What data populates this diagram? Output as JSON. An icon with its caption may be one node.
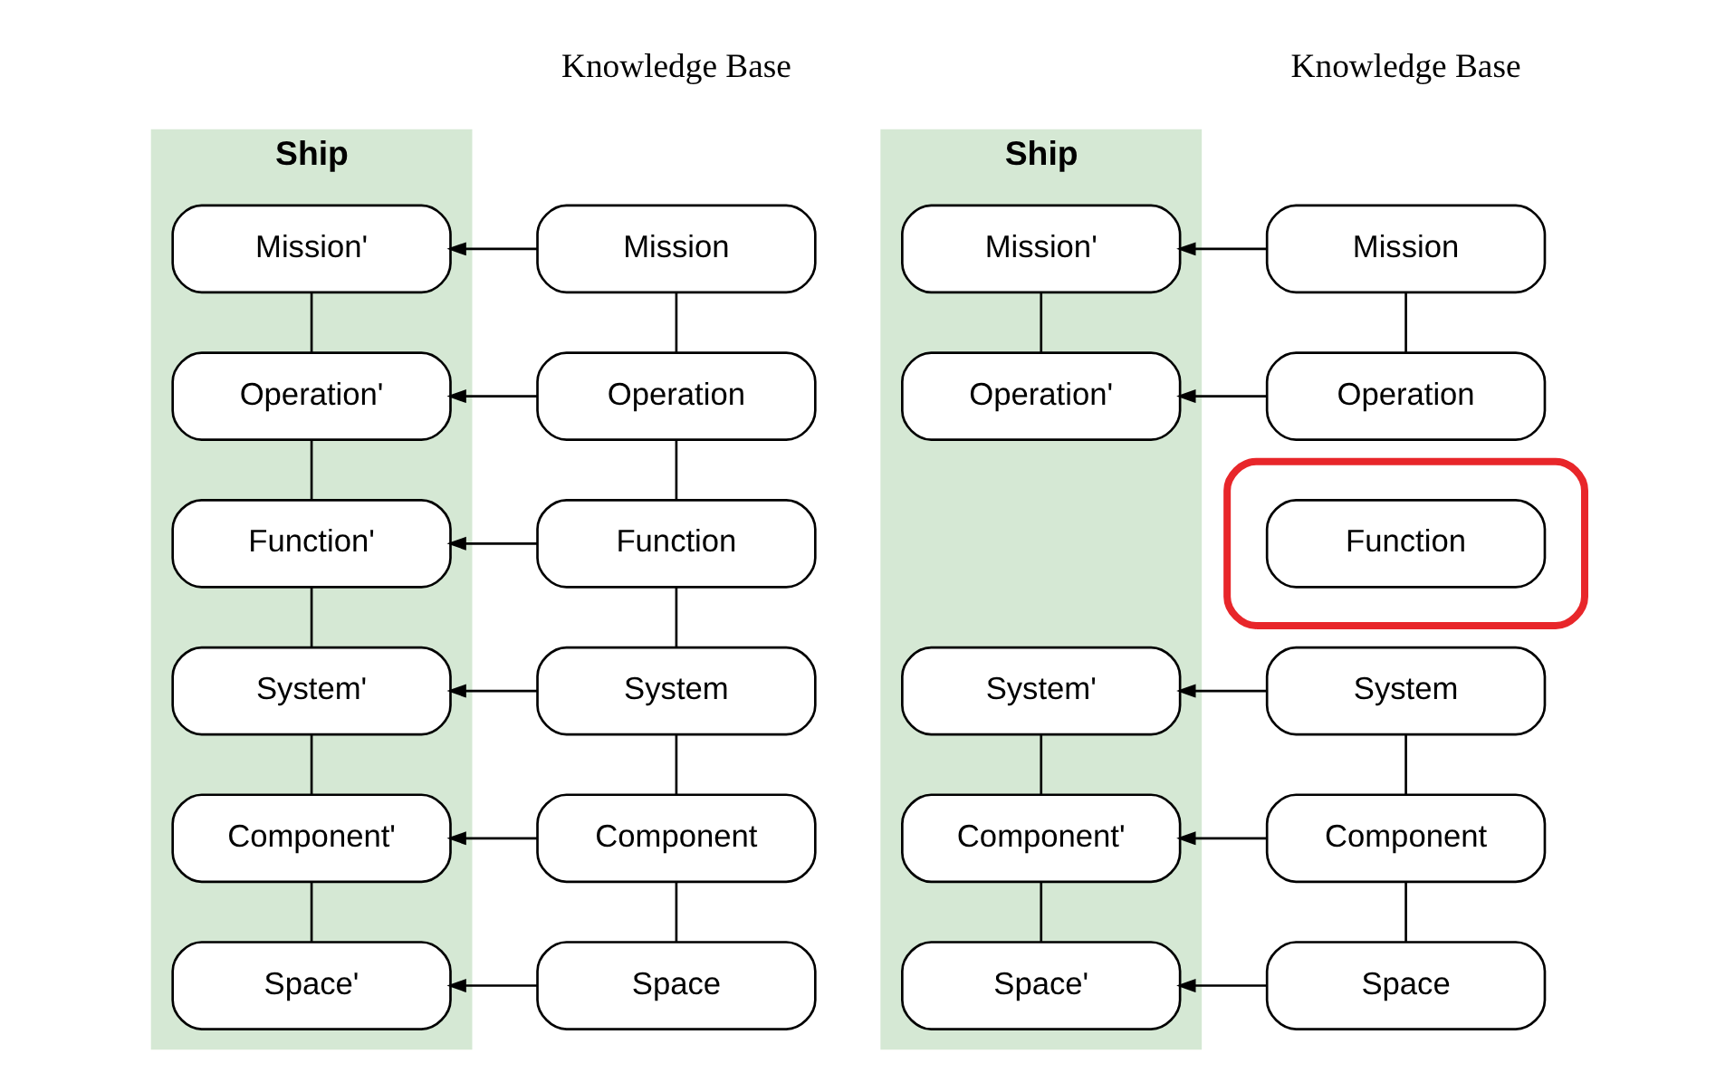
{
  "diagram": {
    "nodes": [
      {
        "text": [
          "Ship"
        ]
      },
      {
        "text": [
          "Mission'"
        ],
        "in": 0
      },
      {
        "text": [
          "Operation'"
        ],
        "in": 0
      },
      {
        "text": [
          "Function'"
        ],
        "in": 0
      },
      {
        "text": [
          "System'"
        ],
        "in": 0
      },
      {
        "text": [
          "Component'"
        ],
        "in": 0
      },
      {
        "text": [
          "Space'"
        ],
        "in": 0
      },
      {
        "text": [
          "Mission"
        ]
      },
      {
        "text": [
          "Operation"
        ]
      },
      {
        "text": [
          "Function"
        ]
      },
      {
        "text": [
          "System"
        ]
      },
      {
        "text": [
          "Component"
        ]
      },
      {
        "text": [
          "Space"
        ]
      },
      {
        "text": [
          "Ship"
        ]
      },
      {
        "text": [
          "Mission'"
        ],
        "in": 13
      },
      {
        "text": [
          "Operation'"
        ],
        "in": 13
      },
      {
        "text": [
          "System'"
        ],
        "in": 13
      },
      {
        "text": [
          "Component'"
        ],
        "in": 13
      },
      {
        "text": [
          "Space'"
        ],
        "in": 13
      },
      {
        "text": [
          "Mission"
        ]
      },
      {
        "text": [
          "Operation"
        ]
      },
      {
        "text": [],
        "shape": "ellipse"
      },
      {
        "text": [
          "Function"
        ],
        "in": 21
      },
      {
        "text": [
          "System"
        ]
      },
      {
        "text": [
          "Component"
        ]
      },
      {
        "text": [
          "Space"
        ]
      }
    ],
    "edges": [
      {
        "from": 1,
        "to": 2,
        "arrow": "none"
      },
      {
        "from": 2,
        "to": 3,
        "arrow": "none"
      },
      {
        "from": 3,
        "to": 4,
        "arrow": "none"
      },
      {
        "from": 4,
        "to": 5,
        "arrow": "none"
      },
      {
        "from": 5,
        "to": 6,
        "arrow": "none"
      },
      {
        "from": 7,
        "to": 8,
        "arrow": "none"
      },
      {
        "from": 8,
        "to": 9,
        "arrow": "none"
      },
      {
        "from": 9,
        "to": 10,
        "arrow": "none"
      },
      {
        "from": 10,
        "to": 11,
        "arrow": "none"
      },
      {
        "from": 11,
        "to": 12,
        "arrow": "none"
      },
      {
        "from": 7,
        "to": 1,
        "arrow": "to"
      },
      {
        "from": 8,
        "to": 2,
        "arrow": "to"
      },
      {
        "from": 9,
        "to": 3,
        "arrow": "to"
      },
      {
        "from": 10,
        "to": 4,
        "arrow": "to"
      },
      {
        "from": 11,
        "to": 5,
        "arrow": "to"
      },
      {
        "from": 12,
        "to": 6,
        "arrow": "to"
      },
      {
        "from": 14,
        "to": 15,
        "arrow": "none"
      },
      {
        "from": 16,
        "to": 17,
        "arrow": "none"
      },
      {
        "from": 17,
        "to": 18,
        "arrow": "none"
      },
      {
        "from": 19,
        "to": 20,
        "arrow": "none"
      },
      {
        "from": 23,
        "to": 24,
        "arrow": "none"
      },
      {
        "from": 24,
        "to": 25,
        "arrow": "none"
      },
      {
        "from": 19,
        "to": 14,
        "arrow": "to"
      },
      {
        "from": 20,
        "to": 15,
        "arrow": "to"
      },
      {
        "from": 23,
        "to": 16,
        "arrow": "to"
      },
      {
        "from": 24,
        "to": 17,
        "arrow": "to"
      },
      {
        "from": 25,
        "to": 18,
        "arrow": "to"
      }
    ],
    "labels": [
      "Knowledge Base",
      "Knowledge Base"
    ]
  }
}
